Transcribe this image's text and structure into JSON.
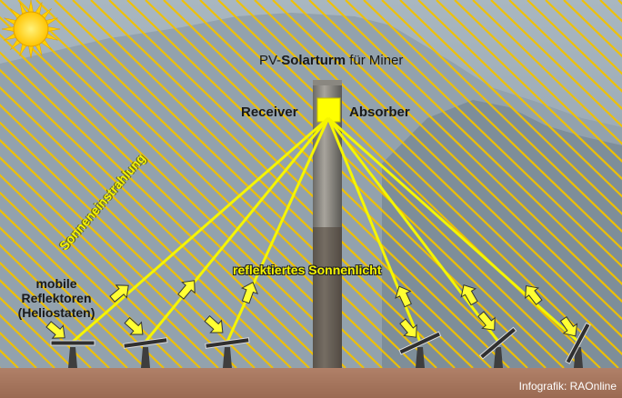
{
  "title": {
    "prefix": "PV-",
    "bold": "Solarturm",
    "suffix": " für Miner"
  },
  "labels": {
    "receiver": "Receiver",
    "absorber": "Absorber",
    "radiation": "Sonneneinstrahlung",
    "reflected": "reflektiertes Sonnenlicht",
    "heliostats_line1": "mobile",
    "heliostats_line2": "Reflektoren",
    "heliostats_line3": "(Heliostaten)",
    "credit": "Infografik: RAOnline"
  },
  "colors": {
    "sky": "#8fa0ac",
    "mountain": "#7a8a96",
    "ground": "#a87860",
    "sunbeam": "#f2c200",
    "reflected_beam": "#f5f500",
    "receiver": "#ffff00",
    "sun": "#ffd000"
  },
  "icons": [
    "sun-icon",
    "tower-icon",
    "heliostat-icon",
    "arrow-icon"
  ]
}
